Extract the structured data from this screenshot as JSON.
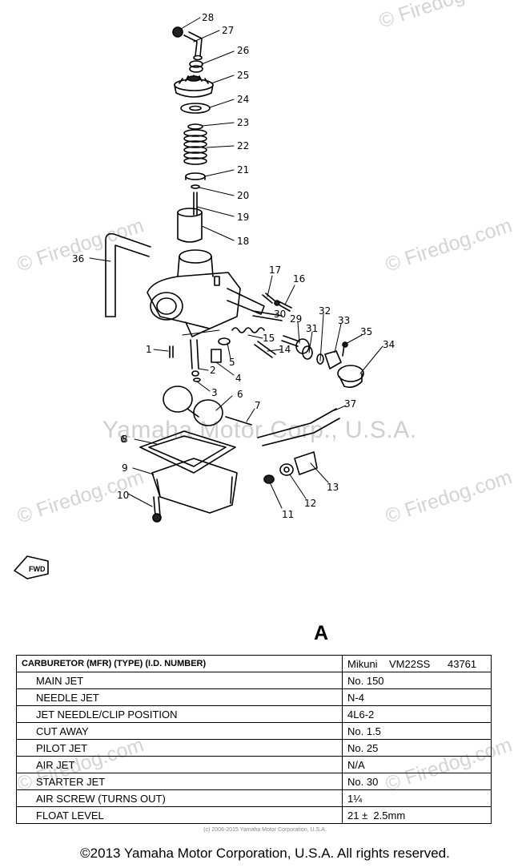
{
  "watermarks": {
    "firedog": "© Firedog.com",
    "center": "Yamaha Motor Corp., U.S.A."
  },
  "callouts": [
    "28",
    "27",
    "26",
    "25",
    "24",
    "23",
    "22",
    "21",
    "20",
    "19",
    "18",
    "36",
    "17",
    "16",
    "30",
    "32",
    "33",
    "29",
    "31",
    "35",
    "34",
    "15",
    "14",
    "1",
    "5",
    "2",
    "4",
    "3",
    "6",
    "6",
    "7",
    "37",
    "8",
    "9",
    "13",
    "12",
    "11",
    "10"
  ],
  "section_letter": "A",
  "spec_table": {
    "rows": [
      {
        "label": "CARBURETOR (MFR) (TYPE) (I.D. NUMBER)",
        "value": "Mikuni    VM22SS      43761"
      },
      {
        "label": "MAIN JET",
        "value": "No. 150"
      },
      {
        "label": "NEEDLE JET",
        "value": "N-4"
      },
      {
        "label": "JET NEEDLE/CLIP POSITION",
        "value": "4L6-2"
      },
      {
        "label": "CUT AWAY",
        "value": "No. 1.5"
      },
      {
        "label": "PILOT JET",
        "value": "No. 25"
      },
      {
        "label": "AIR JET",
        "value": "N/A"
      },
      {
        "label": "STARTER JET",
        "value": "No. 30"
      },
      {
        "label": "AIR SCREW (TURNS OUT)",
        "value": "1¼"
      },
      {
        "label": "FLOAT LEVEL",
        "value": "21 ±  2.5mm"
      }
    ]
  },
  "small_copyright": "(c) 2006-2015 Yamaha Motor Corporation, U.S.A.",
  "footer": "©2013 Yamaha Motor Corporation, U.S.A. All rights reserved."
}
